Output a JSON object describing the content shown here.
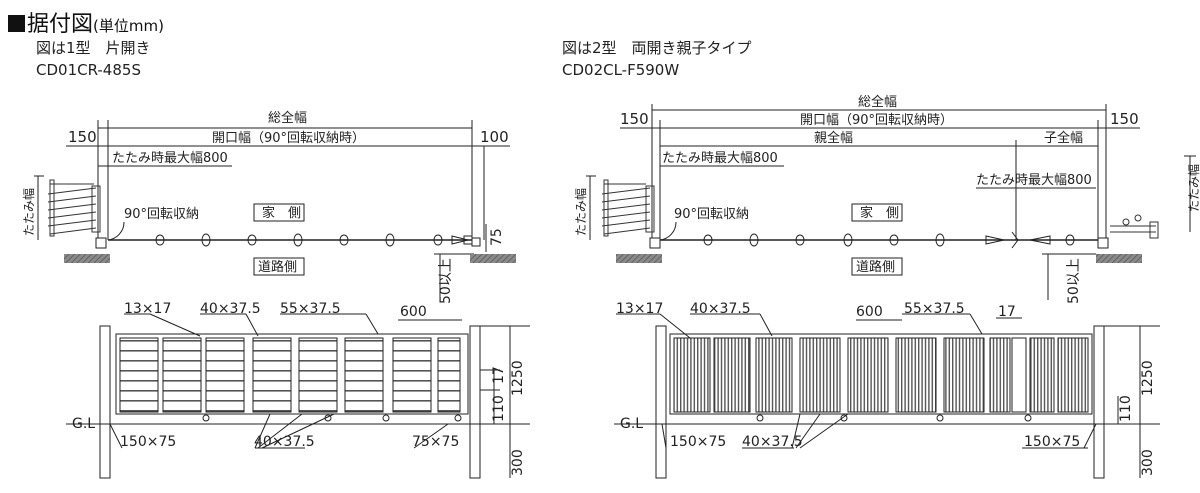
{
  "header": {
    "title": "据付図",
    "unit": "(単位mm)"
  },
  "left": {
    "caption1": "図は1型　片開き",
    "caption2": "CD01CR-485S",
    "plan": {
      "total_width": "総全幅",
      "opening_width": "開口幅（90°回転収納時）",
      "left_margin": "150",
      "right_margin": "100",
      "fold_max": "たたみ時最大幅800",
      "fold_width_v": "たたみ幅",
      "rotate_label": "90°回転収納",
      "house_side": "家　側",
      "road_side": "道路側",
      "dim75": "75",
      "dim50": "50以上"
    },
    "elev": {
      "top_labels": [
        "13×17",
        "40×37.5",
        "55×37.5",
        "600"
      ],
      "bottom_labels": [
        "150×75",
        "40×37.5",
        "75×75"
      ],
      "gl": "G.L",
      "dims_v": [
        "17",
        "110",
        "1250",
        "300"
      ]
    }
  },
  "right": {
    "caption1": "図は2型　両開き親子タイプ",
    "caption2": "CD02CL-F590W",
    "plan": {
      "total_width": "総全幅",
      "opening_width": "開口幅（90°回転収納時）",
      "left_margin": "150",
      "right_margin": "150",
      "parent_width": "親全幅",
      "child_width": "子全幅",
      "fold_max_left": "たたみ時最大幅800",
      "fold_max_right": "たたみ時最大幅800",
      "fold_width_v_left": "たたみ幅",
      "fold_width_v_right": "たたみ幅",
      "rotate_label": "90°回転収納",
      "house_side": "家　側",
      "road_side": "道路側",
      "dim50": "50以上"
    },
    "elev": {
      "top_labels": [
        "13×17",
        "40×37.5",
        "600",
        "55×37.5",
        "17"
      ],
      "bottom_labels": [
        "150×75",
        "40×37.5",
        "150×75"
      ],
      "gl": "G.L",
      "dims_v": [
        "110",
        "1250",
        "300"
      ]
    }
  },
  "colors": {
    "line": "#222222",
    "hatch": "#555555",
    "panel": "#444444",
    "ground": "#666666"
  }
}
